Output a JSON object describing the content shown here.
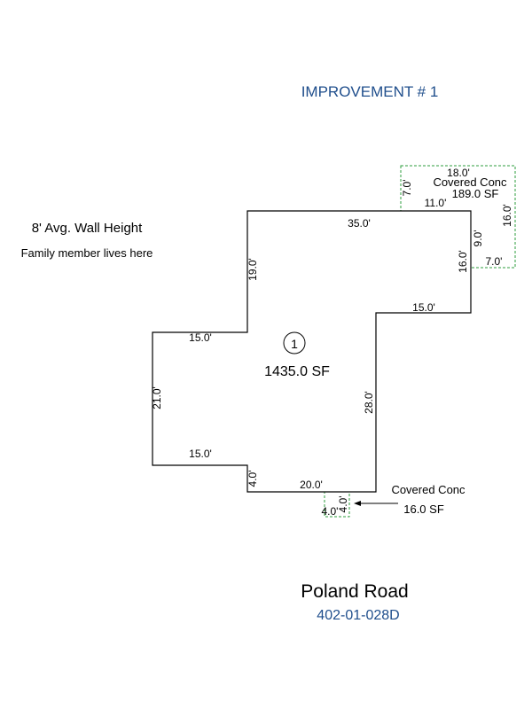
{
  "header": {
    "title": "IMPROVEMENT # 1"
  },
  "notes": {
    "wall_height": "8' Avg. Wall Height",
    "occupancy": "Family member lives here"
  },
  "main_area": {
    "marker": "1",
    "area": "1435.0 SF",
    "dimensions": {
      "top": "35.0'",
      "upper_left_vertical": "19.0'",
      "left_upper_horizontal": "15.0'",
      "left_vertical": "21.0'",
      "left_lower_horizontal": "15.0'",
      "lower_left_vertical": "4.0'",
      "bottom": "20.0'",
      "right_lower_vertical": "28.0'",
      "right_horizontal": "15.0'",
      "right_upper_vertical": "16.0'"
    }
  },
  "porch_large": {
    "label": "Covered Conc",
    "area": "189.0 SF",
    "dimensions": {
      "top": "18.0'",
      "left": "7.0'",
      "inner_horizontal": "11.0'",
      "inner_vertical": "9.0'",
      "right": "16.0'",
      "bottom": "7.0'"
    }
  },
  "porch_small": {
    "label": "Covered Conc",
    "area": "16.0 SF",
    "dimensions": {
      "bottom": "4.0'",
      "side": "4.0'"
    }
  },
  "footer": {
    "road": "Poland Road",
    "parcel": "402-01-028D"
  },
  "colors": {
    "line": "#000000",
    "porch_outline": "#2e9e3e",
    "blue_text": "#1f4e8c"
  }
}
